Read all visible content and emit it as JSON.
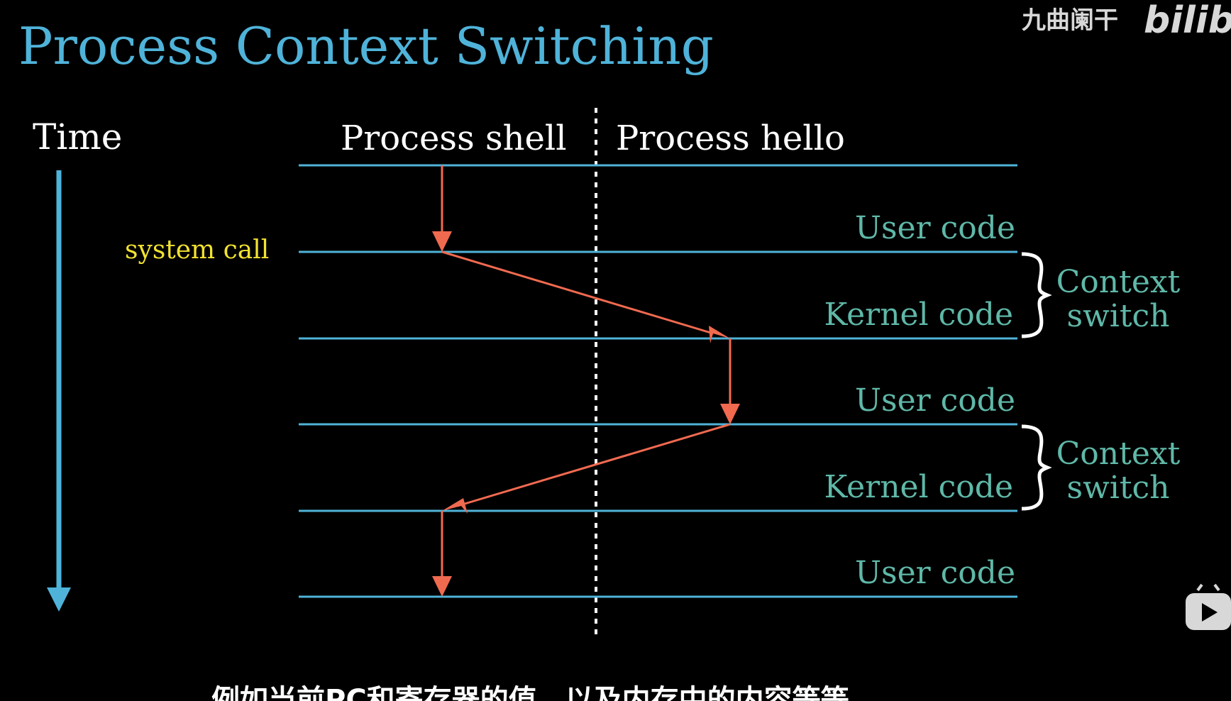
{
  "title": "Process Context Switching",
  "time_label": "Time",
  "columns": {
    "left": "Process shell",
    "right": "Process hello"
  },
  "system_call_label": "system call",
  "segments": [
    "User code",
    "Kernel code",
    "User code",
    "Kernel code",
    "User code"
  ],
  "context_switch": [
    {
      "line1": "Context",
      "line2": "switch"
    },
    {
      "line1": "Context",
      "line2": "switch"
    }
  ],
  "watermark": {
    "channel": "九曲阑干",
    "logo": "bilibili"
  },
  "subtitle": "例如当前PC和寄存器的值，以及内存中的内容等等",
  "icons": {
    "video_icon": "tv-play-icon"
  },
  "colors": {
    "title": "#4fb3d9",
    "timeline": "#4fb3d9",
    "flow_arrow": "#f06a50",
    "code_label": "#5fb8a8",
    "system_call": "#f2e230"
  }
}
